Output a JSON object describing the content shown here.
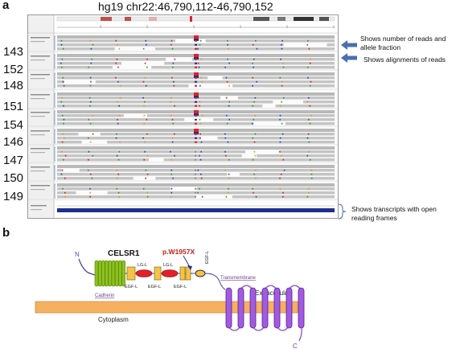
{
  "panel_a": {
    "label": "a",
    "title": "hg19 chr22:46,790,112-46,790,152",
    "samples": [
      "143",
      "152",
      "148",
      "151",
      "154",
      "146",
      "147",
      "150",
      "149"
    ],
    "annotations": [
      {
        "text": "Shows number of reads and allele fraction"
      },
      {
        "text": "Shows alignments of reads"
      },
      {
        "text": "Shows transcripts with open reading frames"
      }
    ]
  },
  "panel_b": {
    "label": "b",
    "protein": "CELSR1",
    "mutation": "p.W1957X",
    "n_terminus": "N",
    "c_terminus": "C",
    "domains": {
      "cadherin": "Cadherin",
      "lgl1": "LG-L",
      "lgl2": "LG-L",
      "egf1": "EGF-L",
      "egf2": "EGF-L",
      "egf3": "EGF-L",
      "egf4": "EGF-L",
      "transmembrane": "Transmembrane"
    },
    "extracellular": "Extracellular",
    "cytoplasm": "Cytoplasm"
  },
  "colors": {
    "red": "#e0202a",
    "blue": "#1f2f8f",
    "arrow_blue": "#4a6faf",
    "membrane": "#f5b160",
    "tm_purple": "#8a3fc6",
    "cadherin_green": "#8dc21f",
    "read_gray": "#c4c4c4"
  }
}
